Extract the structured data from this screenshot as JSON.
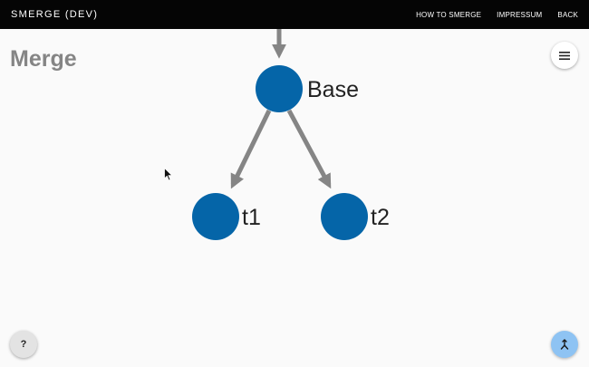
{
  "topbar": {
    "brand": "SMERGE (DEV)",
    "nav": [
      "HOW TO SMERGE",
      "IMPRESSUM",
      "BACK"
    ]
  },
  "page": {
    "title": "Merge"
  },
  "graph": {
    "nodes": [
      {
        "id": "base",
        "label": "Base"
      },
      {
        "id": "t1",
        "label": "t1"
      },
      {
        "id": "t2",
        "label": "t2"
      }
    ],
    "edges": [
      {
        "from": "base",
        "to": "t1"
      },
      {
        "from": "base",
        "to": "t2"
      }
    ]
  },
  "buttons": {
    "help_label": "?"
  },
  "icons": {
    "menu": "hamburger-menu-icon",
    "merge": "merge-arrows-icon",
    "cursor": "mouse-pointer-icon"
  },
  "colors": {
    "topbar": "#050505",
    "node": "#0565a8",
    "edge": "#858585",
    "title": "#858585",
    "merge_button": "#8ec3f3"
  }
}
